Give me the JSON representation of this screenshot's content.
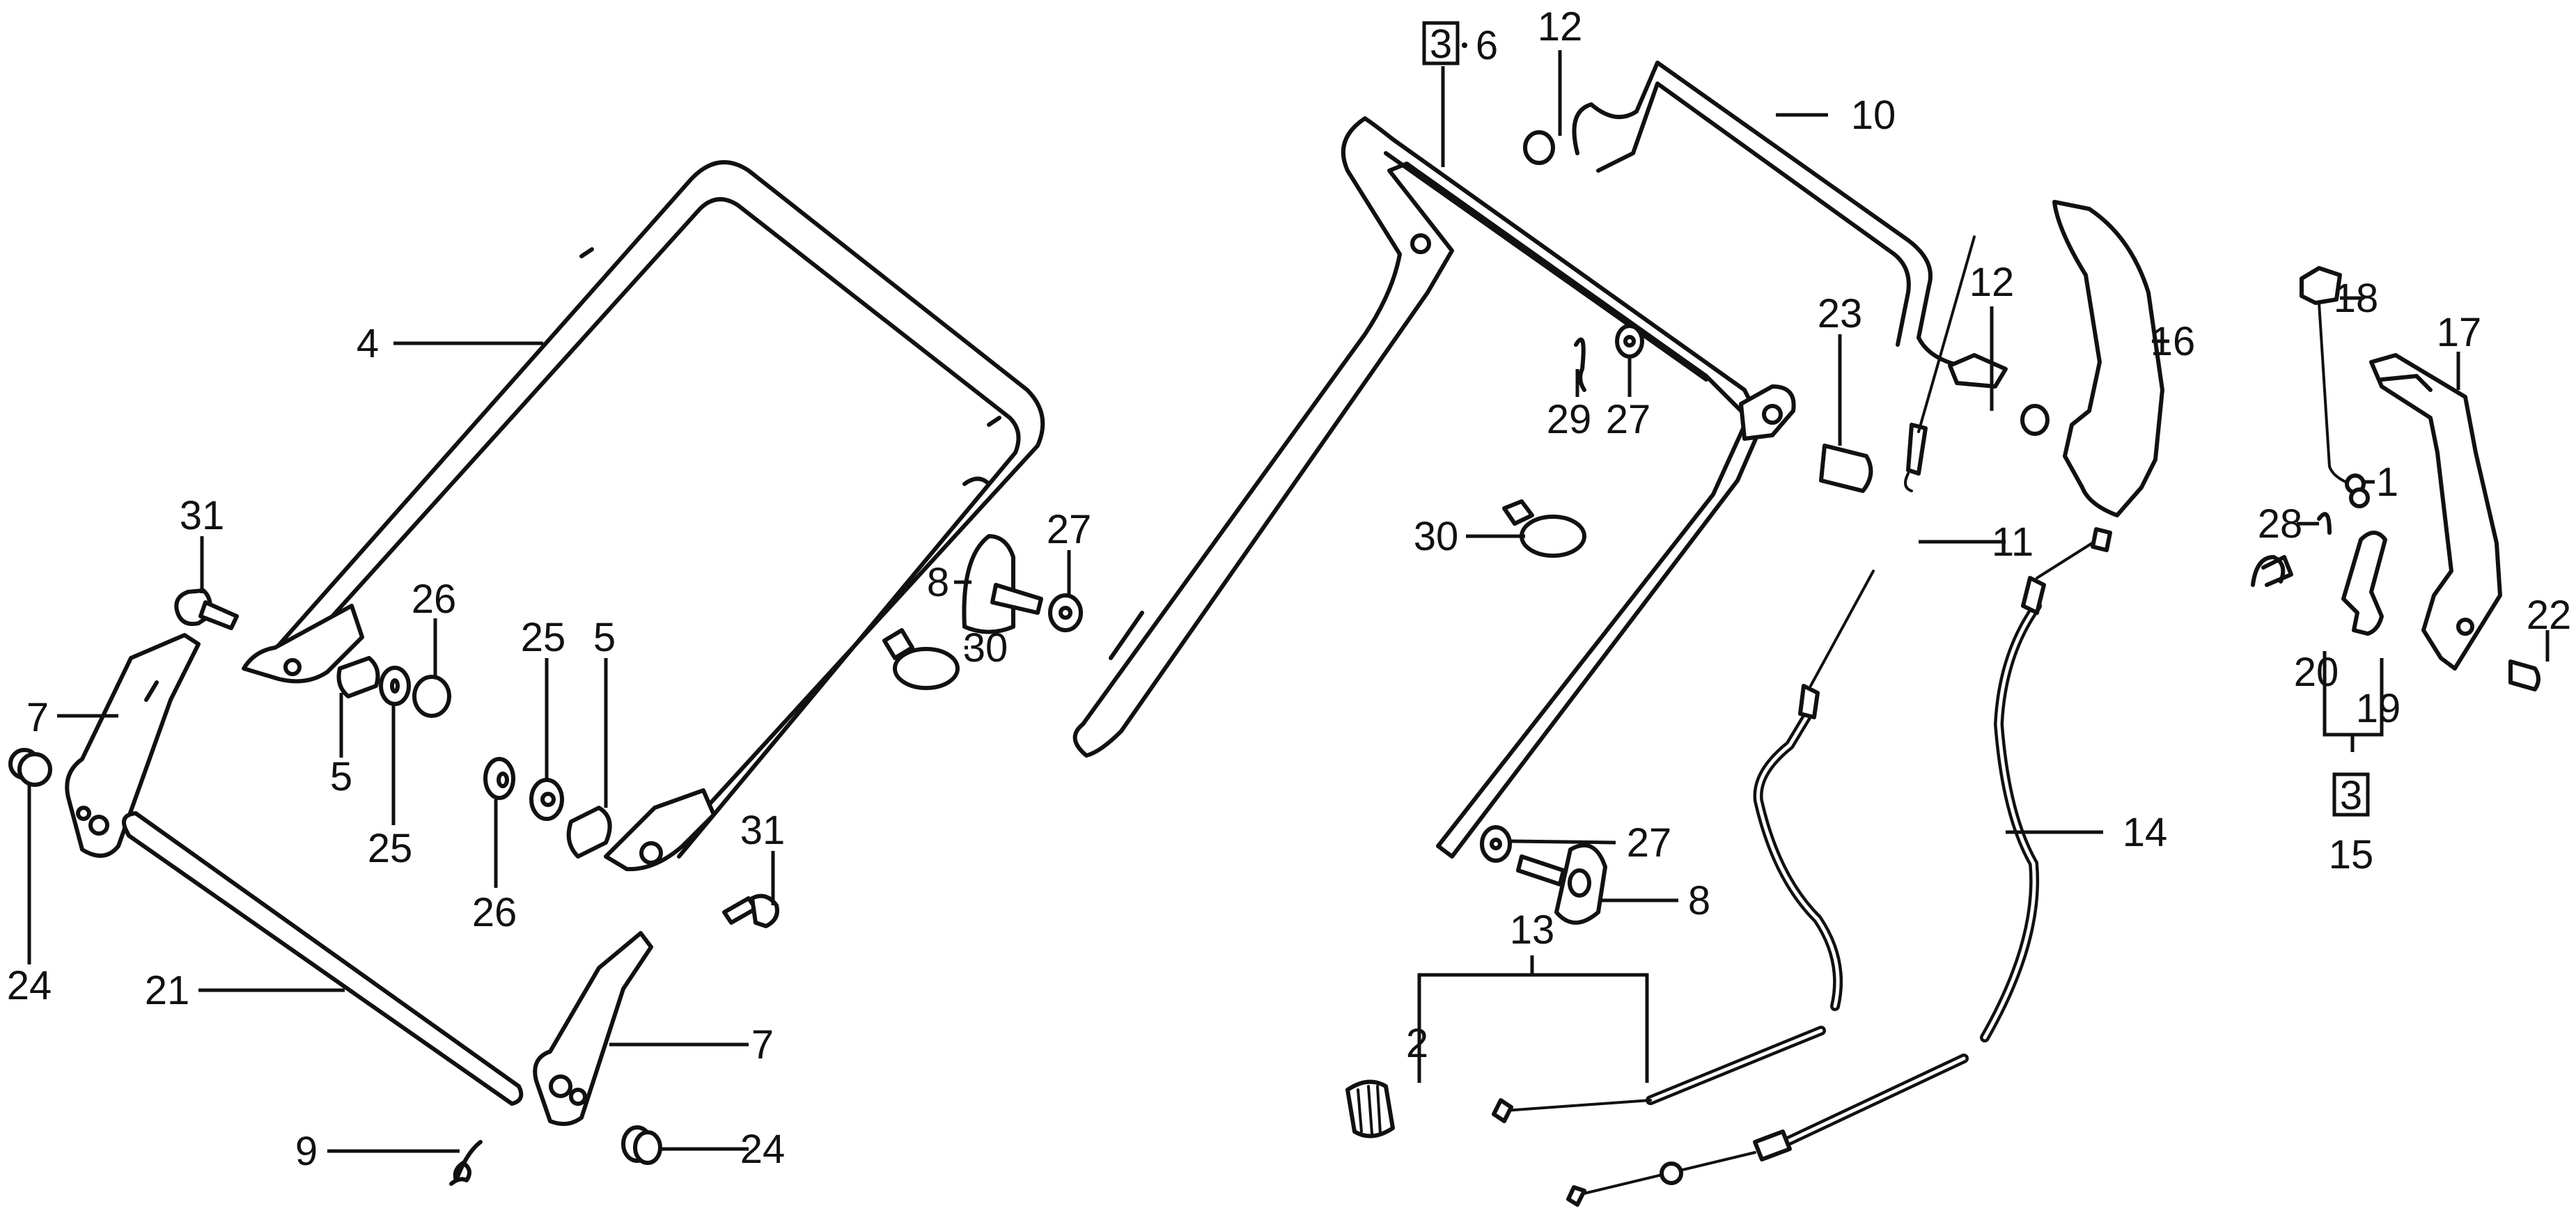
{
  "diagram": {
    "title": "Handle / control cable parts diagram",
    "callouts": [
      {
        "id": "c1",
        "label": "1"
      },
      {
        "id": "c2",
        "label": "2"
      },
      {
        "id": "c3a",
        "label": "3",
        "boxed": true,
        "suffix": "6"
      },
      {
        "id": "c3b",
        "label": "3",
        "boxed": true,
        "sub": "15"
      },
      {
        "id": "c4",
        "label": "4"
      },
      {
        "id": "c5a",
        "label": "5"
      },
      {
        "id": "c5b",
        "label": "5"
      },
      {
        "id": "c7a",
        "label": "7"
      },
      {
        "id": "c7b",
        "label": "7"
      },
      {
        "id": "c8a",
        "label": "8"
      },
      {
        "id": "c8b",
        "label": "8"
      },
      {
        "id": "c9",
        "label": "9"
      },
      {
        "id": "c10",
        "label": "10"
      },
      {
        "id": "c11",
        "label": "11"
      },
      {
        "id": "c12a",
        "label": "12"
      },
      {
        "id": "c12b",
        "label": "12"
      },
      {
        "id": "c13",
        "label": "13"
      },
      {
        "id": "c14",
        "label": "14"
      },
      {
        "id": "c16",
        "label": "16"
      },
      {
        "id": "c17",
        "label": "17"
      },
      {
        "id": "c18",
        "label": "18"
      },
      {
        "id": "c19",
        "label": "19"
      },
      {
        "id": "c20",
        "label": "20"
      },
      {
        "id": "c21",
        "label": "21"
      },
      {
        "id": "c22",
        "label": "22"
      },
      {
        "id": "c23",
        "label": "23"
      },
      {
        "id": "c24a",
        "label": "24"
      },
      {
        "id": "c24b",
        "label": "24"
      },
      {
        "id": "c25a",
        "label": "25"
      },
      {
        "id": "c25b",
        "label": "25"
      },
      {
        "id": "c26a",
        "label": "26"
      },
      {
        "id": "c26b",
        "label": "26"
      },
      {
        "id": "c27a",
        "label": "27"
      },
      {
        "id": "c27b",
        "label": "27"
      },
      {
        "id": "c27c",
        "label": "27"
      },
      {
        "id": "c28",
        "label": "28"
      },
      {
        "id": "c29",
        "label": "29"
      },
      {
        "id": "c30a",
        "label": "30"
      },
      {
        "id": "c30b",
        "label": "30"
      },
      {
        "id": "c31a",
        "label": "31"
      },
      {
        "id": "c31b",
        "label": "31"
      }
    ]
  }
}
